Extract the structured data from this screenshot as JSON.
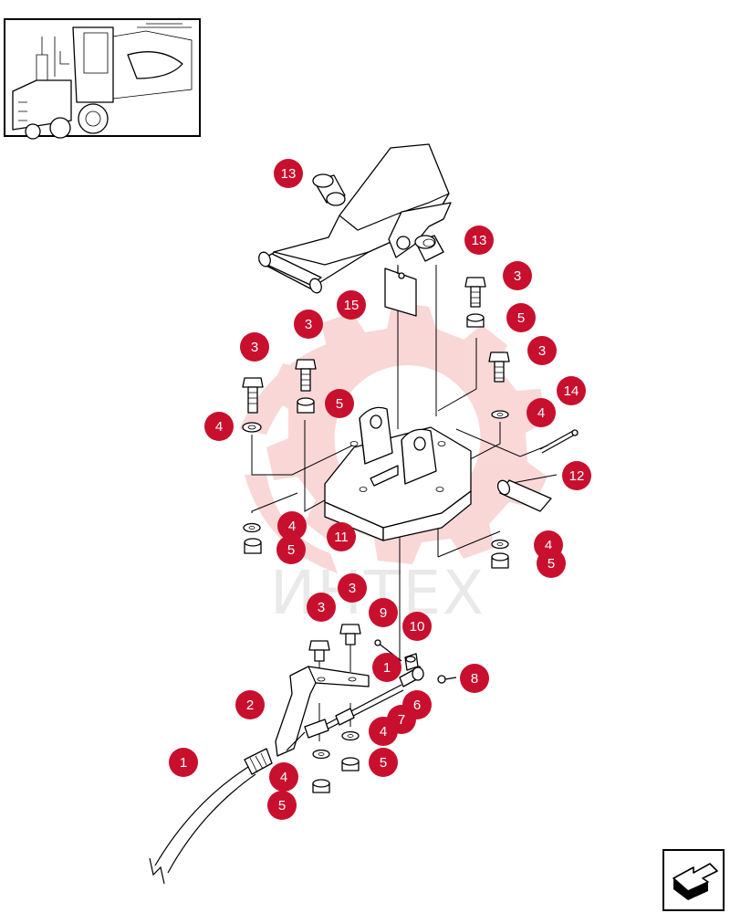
{
  "watermark": {
    "text": "ИНТЕХ",
    "color": "#f5b8b8"
  },
  "colors": {
    "callout": "#c8102e",
    "line": "#000000"
  },
  "icons": {
    "thumbnail": "machine-thumbnail-icon",
    "next": "next-page-arrow-icon"
  },
  "callouts": [
    {
      "id": "c-13a",
      "label": "13"
    },
    {
      "id": "c-13b",
      "label": "13"
    },
    {
      "id": "c-15",
      "label": "15"
    },
    {
      "id": "c-3a",
      "label": "3"
    },
    {
      "id": "c-5a",
      "label": "5"
    },
    {
      "id": "c-3b",
      "label": "3"
    },
    {
      "id": "c-3c",
      "label": "3"
    },
    {
      "id": "c-3d",
      "label": "3"
    },
    {
      "id": "c-5b",
      "label": "5"
    },
    {
      "id": "c-4a",
      "label": "4"
    },
    {
      "id": "c-4b",
      "label": "4"
    },
    {
      "id": "c-14",
      "label": "14"
    },
    {
      "id": "c-12",
      "label": "12"
    },
    {
      "id": "c-4c",
      "label": "4"
    },
    {
      "id": "c-5c",
      "label": "5"
    },
    {
      "id": "c-11",
      "label": "11"
    },
    {
      "id": "c-4d",
      "label": "4"
    },
    {
      "id": "c-5d",
      "label": "5"
    },
    {
      "id": "c-3e",
      "label": "3"
    },
    {
      "id": "c-3f",
      "label": "3"
    },
    {
      "id": "c-9",
      "label": "9"
    },
    {
      "id": "c-10",
      "label": "10"
    },
    {
      "id": "c-1a",
      "label": "1"
    },
    {
      "id": "c-8",
      "label": "8"
    },
    {
      "id": "c-6",
      "label": "6"
    },
    {
      "id": "c-7",
      "label": "7"
    },
    {
      "id": "c-2",
      "label": "2"
    },
    {
      "id": "c-4e",
      "label": "4"
    },
    {
      "id": "c-5e",
      "label": "5"
    },
    {
      "id": "c-4f",
      "label": "4"
    },
    {
      "id": "c-5f",
      "label": "5"
    },
    {
      "id": "c-1b",
      "label": "1"
    }
  ]
}
